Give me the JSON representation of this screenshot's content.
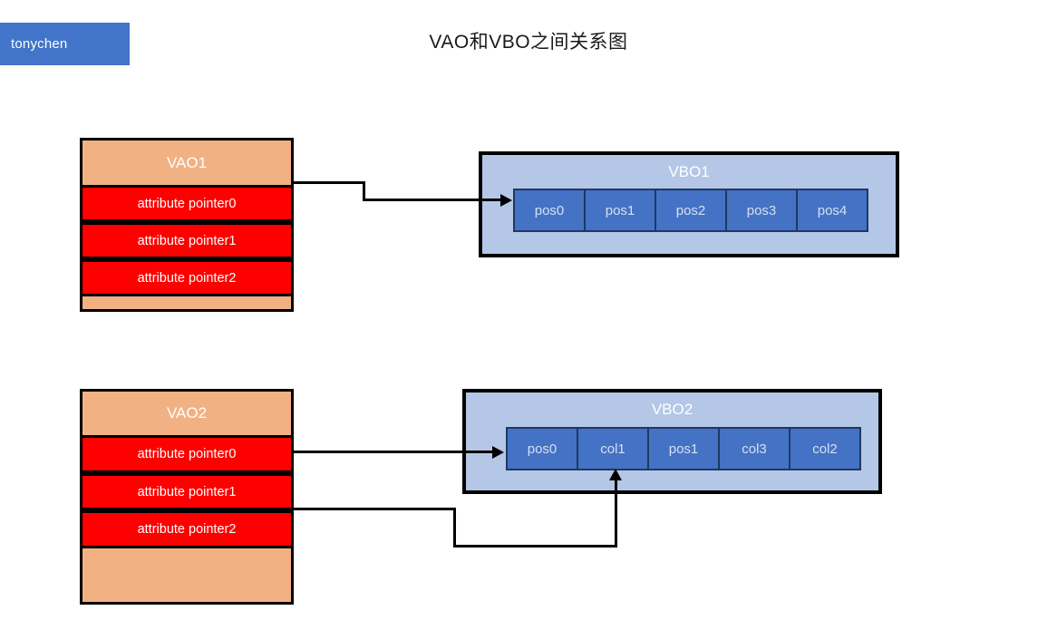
{
  "badge": {
    "label": "tonychen",
    "color": "#4274c9"
  },
  "title": "VAO和VBO之间关系图",
  "colors": {
    "vao_header_fill": "#f2b183",
    "vao_row_fill": "#ff0000",
    "vbo_fill": "#b4c7e7",
    "vbo_cell_fill": "#4472c4",
    "outline": "#000000"
  },
  "diagram": {
    "vao_blocks": [
      {
        "title": "VAO1",
        "rows": [
          "attribute pointer0",
          "attribute pointer1",
          "attribute pointer2"
        ]
      },
      {
        "title": "VAO2",
        "rows": [
          "attribute pointer0",
          "attribute pointer1",
          "attribute pointer2"
        ]
      }
    ],
    "vbo_blocks": [
      {
        "title": "VBO1",
        "cells": [
          "pos0",
          "pos1",
          "pos2",
          "pos3",
          "pos4"
        ]
      },
      {
        "title": "VBO2",
        "cells": [
          "pos0",
          "col1",
          "pos1",
          "col3",
          "col2"
        ]
      }
    ],
    "connectors": [
      {
        "name": "vao1-pointer0-to-vbo1-pos0"
      },
      {
        "name": "vao2-pointer0-to-vbo2-pos0"
      },
      {
        "name": "vao2-pointer2-to-vbo2-col1"
      }
    ]
  }
}
